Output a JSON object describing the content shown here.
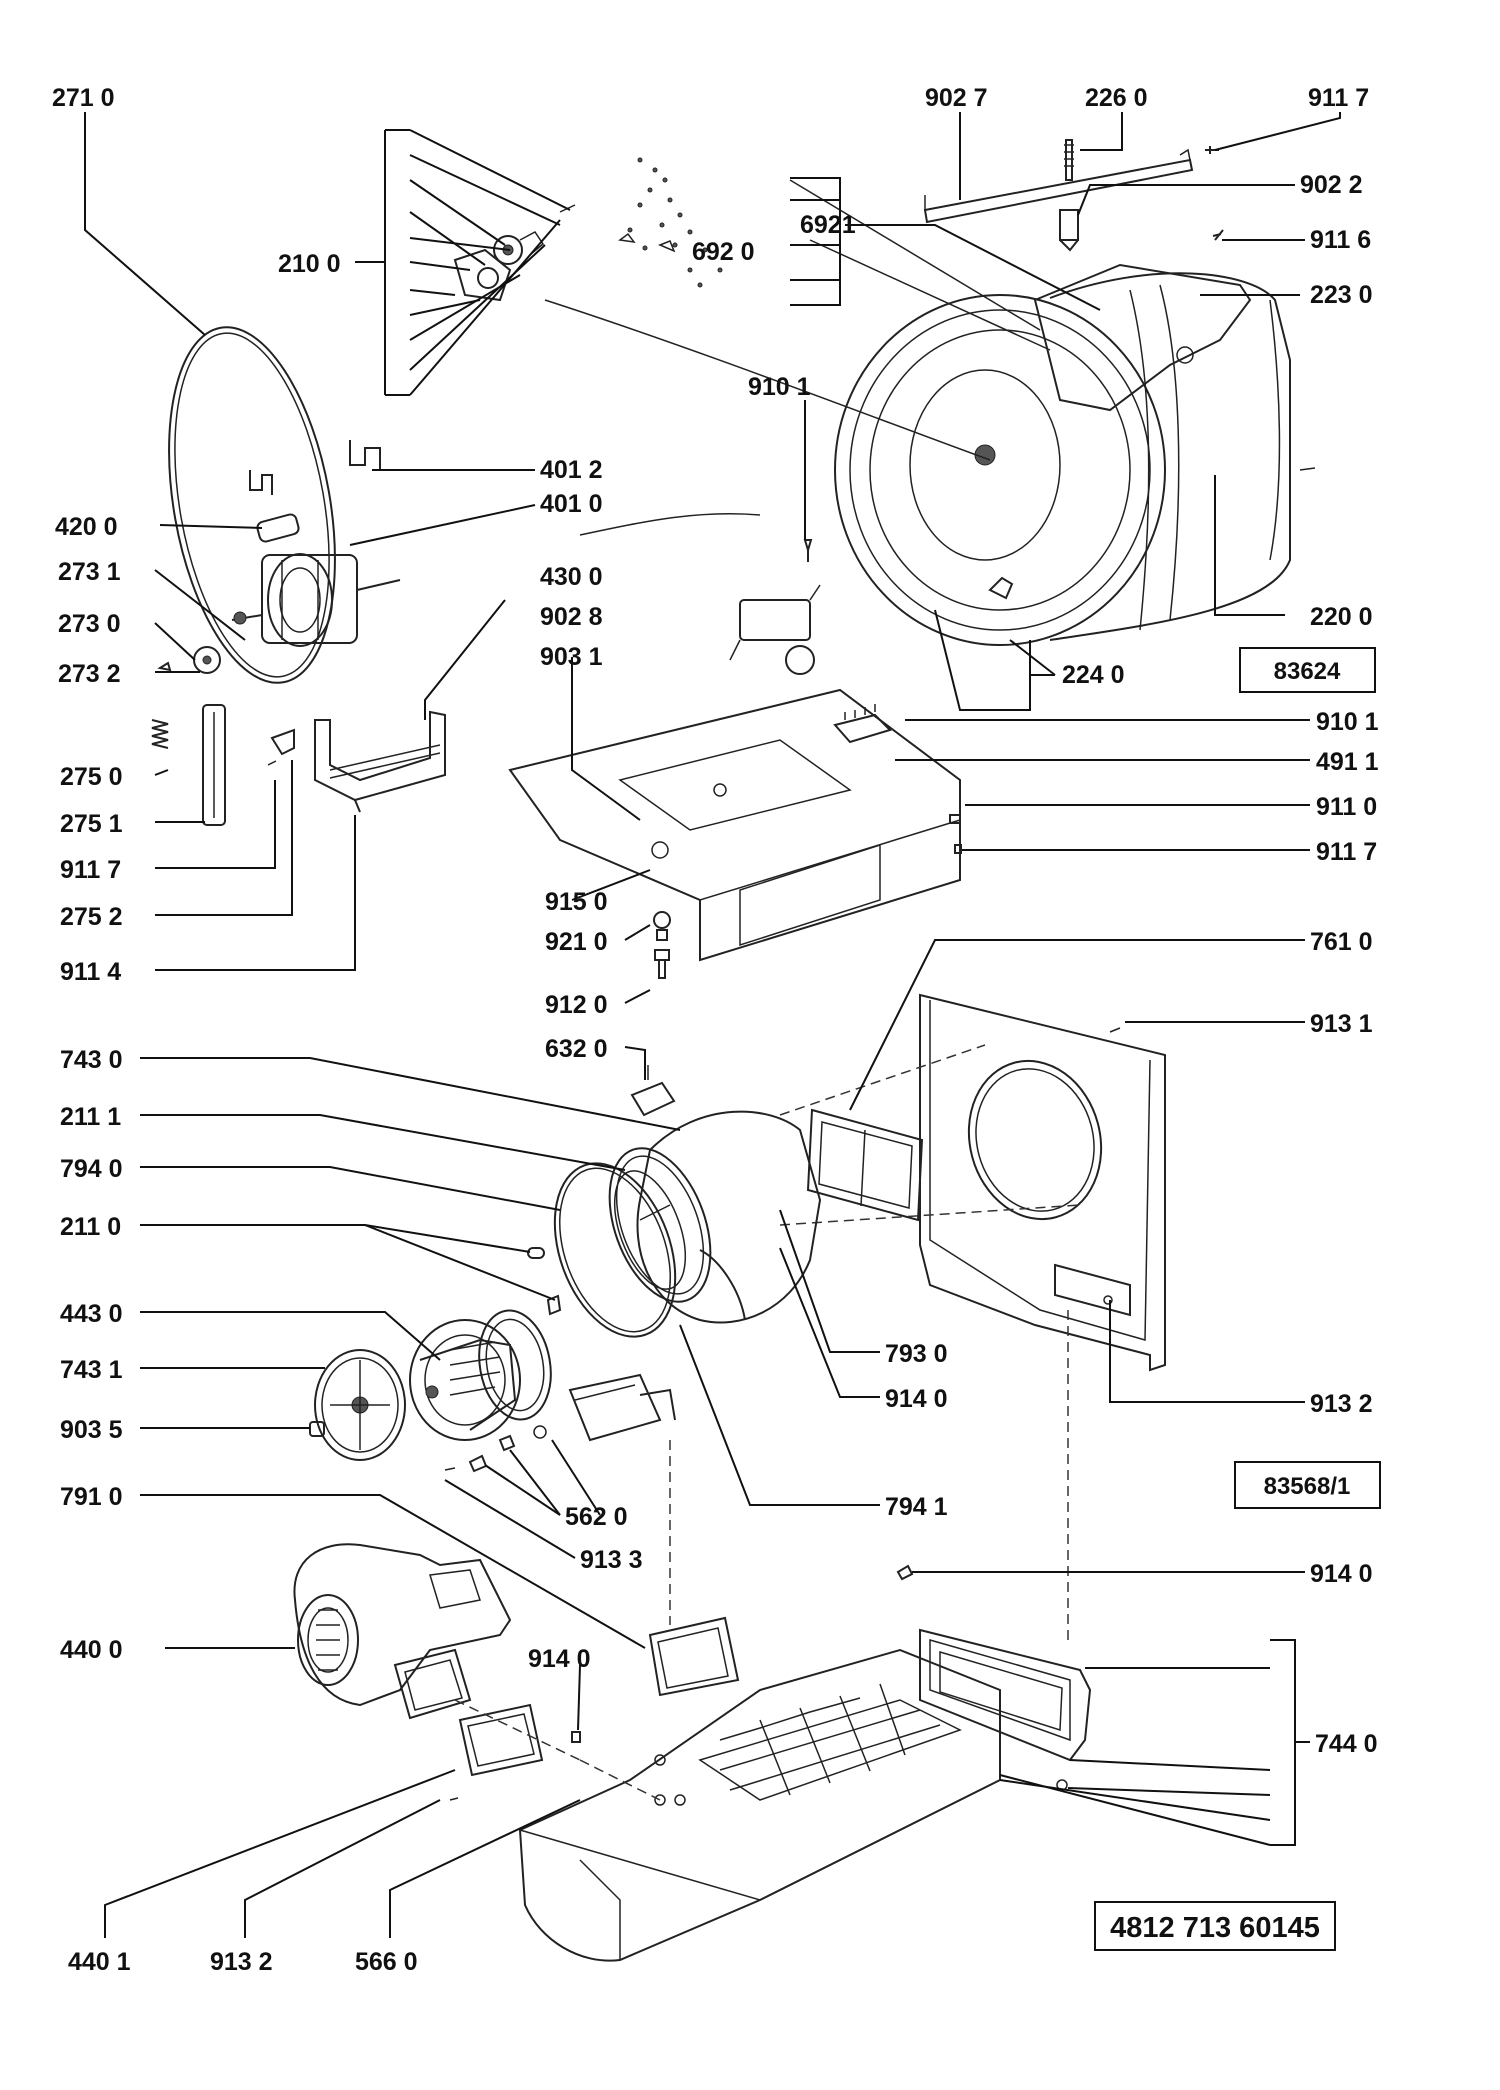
{
  "labels": {
    "p2710": "271 0",
    "p2100": "210 0",
    "p9027": "902 7",
    "p2260": "226 0",
    "p9117_top": "911  7",
    "p9022": "902 2",
    "p6921": "6921",
    "p6920": "692 0",
    "p9116": "911 6",
    "p2230": "223 0",
    "p9101_top": "910 1",
    "p4012": "401 2",
    "p4200": "420 0",
    "p4010": "401 0",
    "p2731": "273 1",
    "p2730": "273 0",
    "p2732": "273 2",
    "p4300": "430 0",
    "p9028": "902 8",
    "p9031": "903 1",
    "p2200": "220 0",
    "p2240": "224 0",
    "p9101_mid": "910 1",
    "p4911": "491 1",
    "p9110": "911 0",
    "p9117_mid": "911 7",
    "p2750": "275 0",
    "p2751": "275 1",
    "p9117_left": "911 7",
    "p2752": "275 2",
    "p9114": "911 4",
    "p9150": "915 0",
    "p9210": "921 0",
    "p9120": "912 0",
    "p7610": "761 0",
    "p9131": "913 1",
    "p6320": "632 0",
    "p7430": "743 0",
    "p2111": "211 1",
    "p7940": "794 0",
    "p2110": "211 0",
    "p4430": "443 0",
    "p7431": "743 1",
    "p9035": "903 5",
    "p7930": "793 0",
    "p9140_mid": "914 0",
    "p9132_right": "913 2",
    "p7941": "794 1",
    "p5620": "562 0",
    "p9133": "913 3",
    "p7910": "791 0",
    "p9140_right": "914 0",
    "p4400": "440  0",
    "p9140_bottom": "914 0",
    "p7440": "744 0",
    "p4401": "440 1",
    "p9132_bottom": "913 2",
    "p5660": "566 0"
  },
  "references": {
    "ref1": "83624",
    "ref2": "83568/1"
  },
  "catalog_number": "4812 713 60145"
}
